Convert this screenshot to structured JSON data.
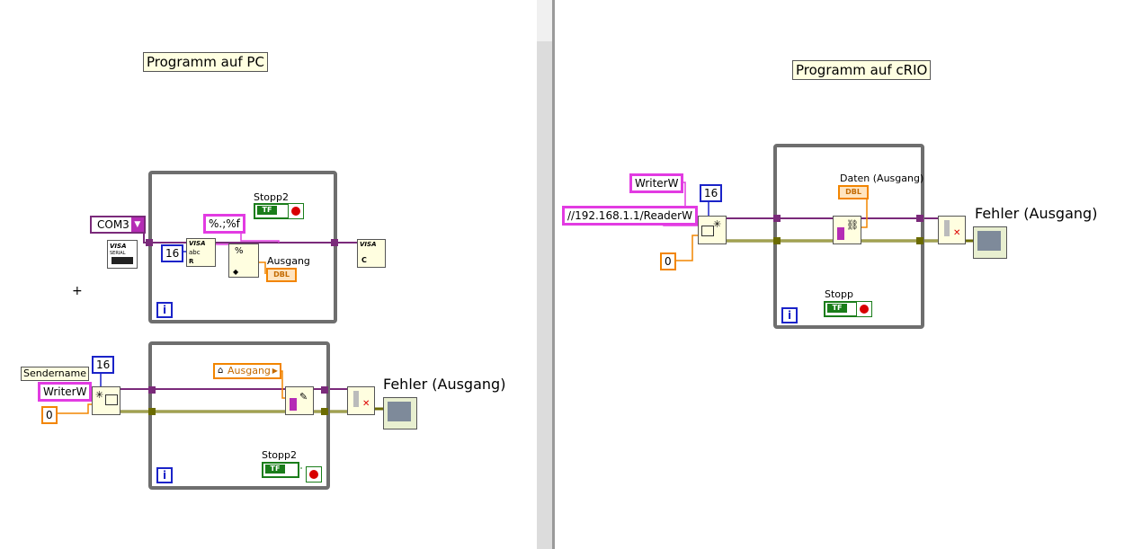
{
  "pc": {
    "title": "Programm auf PC",
    "com_port": "COM3",
    "number_const": "16",
    "format_const": "%.;%f",
    "ausgang_label": "Ausgang",
    "dbl": "DBL",
    "stop_label": "Stopp2",
    "sendername_label": "Sendername",
    "writer_const": "WriterW",
    "number_const2": "16",
    "zero_const": "0",
    "enum_const": "Ausgang",
    "stop_label2": "Stopp2",
    "error_label": "Fehler (Ausgang)",
    "iter": "i",
    "tf": "TF"
  },
  "crio": {
    "title": "Programm auf cRIO",
    "writer_const": "WriterW",
    "reader_const": "//192.168.1.1/ReaderW",
    "number_const": "16",
    "zero_const": "0",
    "daten_label": "Daten (Ausgang)",
    "dbl": "DBL",
    "error_label": "Fehler (Ausgang)",
    "stop_label": "Stopp",
    "iter": "i",
    "tf": "TF"
  },
  "colors": {
    "loop_border": "#6e6e6e",
    "wire_purple": "#7a2a7a",
    "wire_error": "#6b6b00",
    "wire_pink": "#e23be2",
    "wire_orange": "#f28500",
    "wire_blue": "#1a23c8"
  }
}
